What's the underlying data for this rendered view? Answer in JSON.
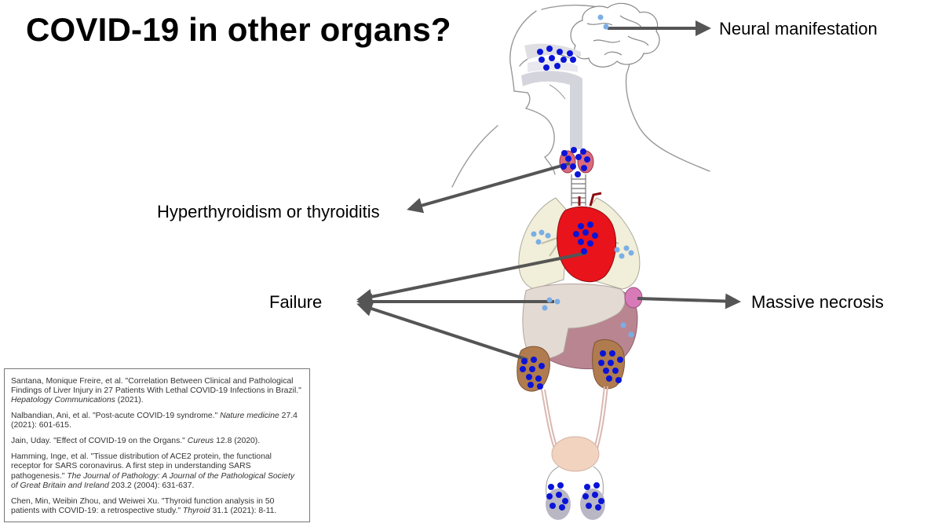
{
  "slide": {
    "title": "COVID-19 in other organs?",
    "labels": {
      "neural": "Neural manifestation",
      "thyroid": "Hyperthyroidism or thyroiditis",
      "failure": "Failure",
      "necrosis": "Massive necrosis"
    }
  },
  "colors": {
    "virus_dark": "#0a14d8",
    "virus_light": "#7aaee6",
    "arrow": "#555555",
    "heart": "#e8131b",
    "lungs": "#f1eed9",
    "liver": "#e4dad4",
    "stomach": "#b98591",
    "kidney": "#b07b4f",
    "bladder": "#f1d3c0",
    "thyroid": "#d96b7d"
  },
  "references": [
    {
      "before": "Santana, Monique Freire, et al. \"Correlation Between Clinical and Pathological Findings of Liver Injury in 27 Patients With Lethal COVID-19 Infections in Brazil.\" ",
      "italic": "Hepatology Communications",
      "after": " (2021)."
    },
    {
      "before": "Nalbandian, Ani, et al. \"Post-acute COVID-19 syndrome.\" ",
      "italic": "Nature medicine",
      "after": " 27.4 (2021): 601-615."
    },
    {
      "before": "Jain, Uday. \"Effect of COVID-19 on the Organs.\" ",
      "italic": "Cureus",
      "after": " 12.8 (2020)."
    },
    {
      "before": "Hamming, Inge, et al. \"Tissue distribution of ACE2 protein, the functional receptor for SARS coronavirus. A first step in understanding SARS pathogenesis.\" ",
      "italic": "The Journal of Pathology: A Journal of the Pathological Society of Great Britain and Ireland",
      "after": " 203.2 (2004): 631-637."
    },
    {
      "before": "Chen, Min, Weibin Zhou, and Weiwei Xu. \"Thyroid function analysis in 50 patients with COVID-19: a retrospective study.\" ",
      "italic": "Thyroid",
      "after": " 31.1 (2021): 8-11."
    }
  ]
}
